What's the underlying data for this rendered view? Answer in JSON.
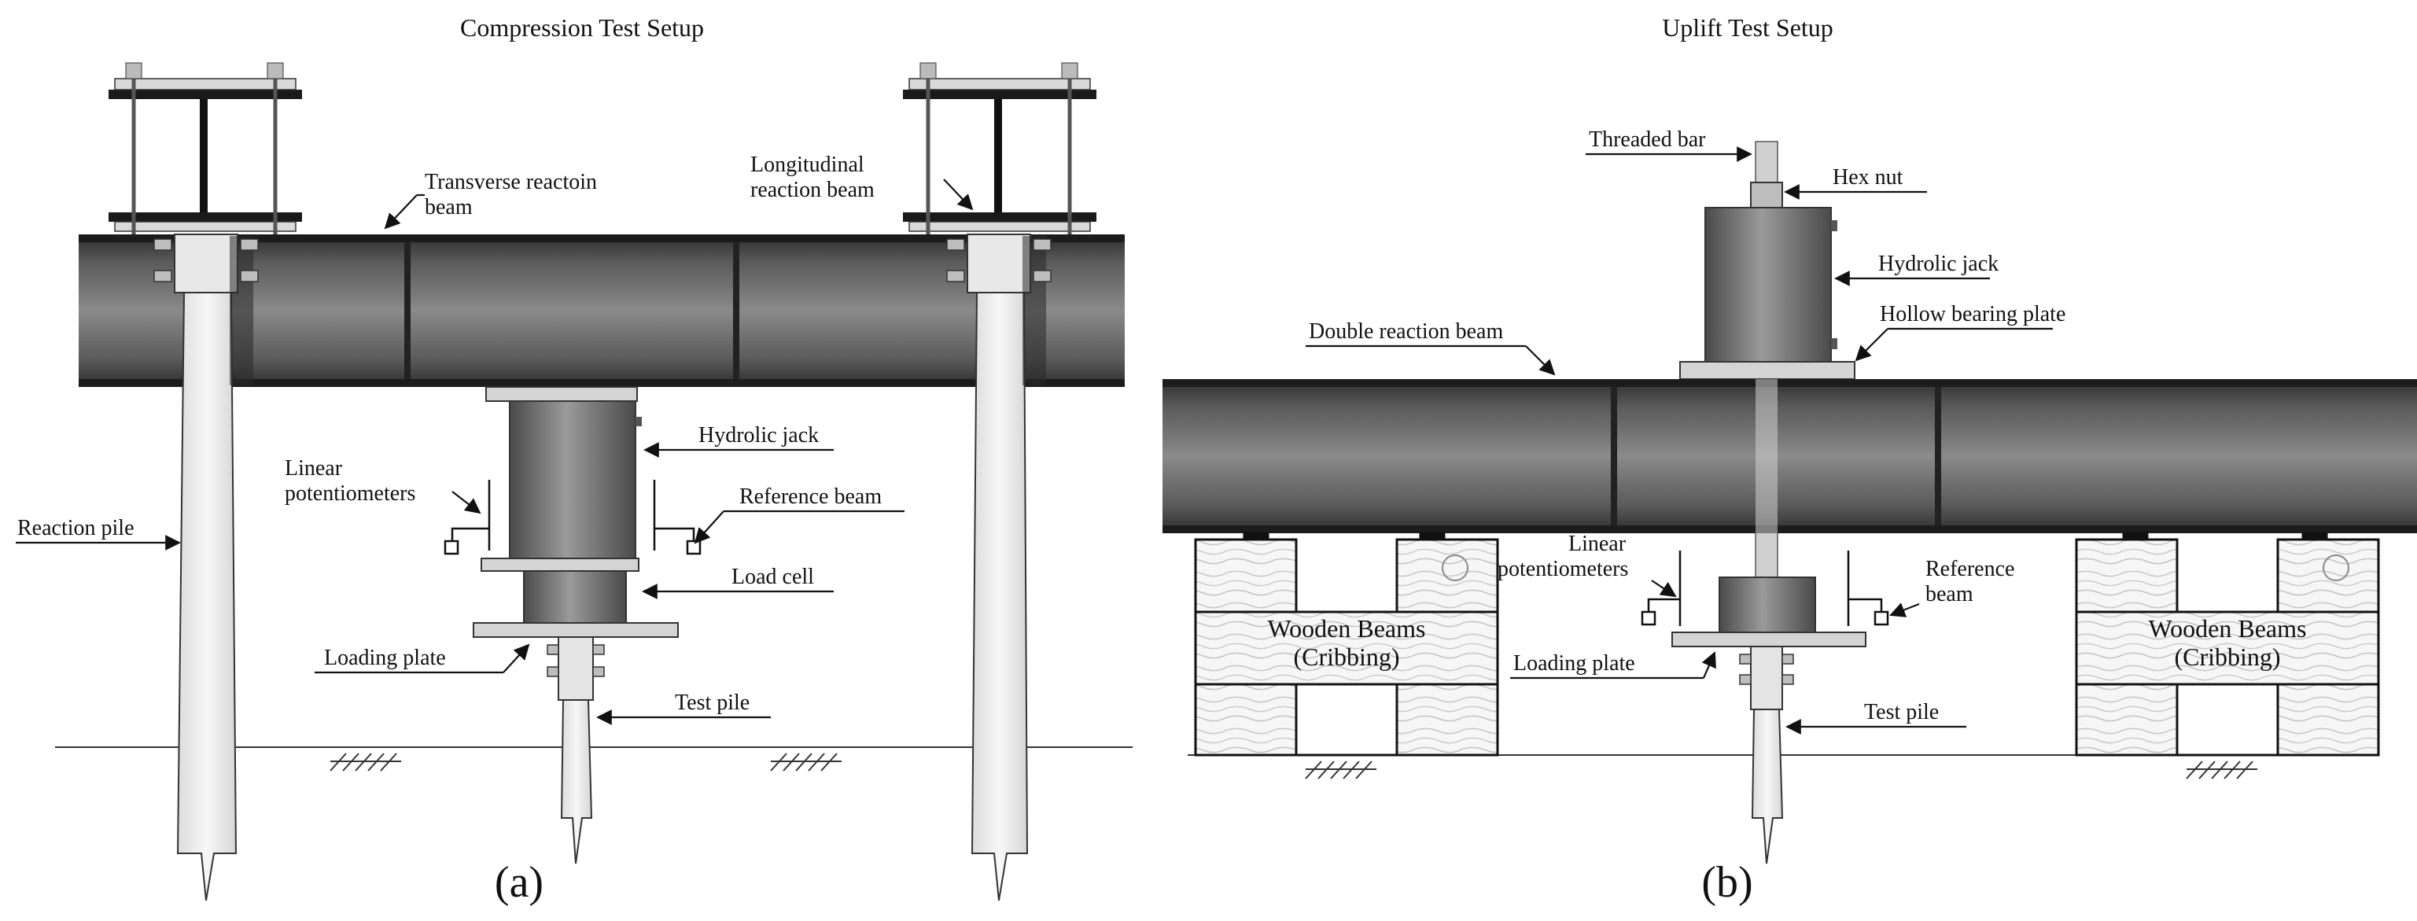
{
  "panel_a": {
    "title": "Compression Test Setup",
    "caption": "(a)",
    "labels": {
      "transverse": [
        "Transverse reactoin",
        "beam"
      ],
      "longitudinal": [
        "Longitudinal",
        "reaction beam"
      ],
      "hydrolic_jack": "Hydrolic jack",
      "linear_pot": [
        "Linear",
        "potentiometers"
      ],
      "reference_beam": "Reference beam",
      "reaction_pile": "Reaction pile",
      "load_cell": "Load cell",
      "loading_plate": "Loading plate",
      "test_pile": "Test pile"
    }
  },
  "panel_b": {
    "title": "Uplift Test Setup",
    "caption": "(b)",
    "labels": {
      "threaded_bar": "Threaded bar",
      "hex_nut": "Hex nut",
      "hydrolic_jack": "Hydrolic jack",
      "hollow_plate": "Hollow bearing plate",
      "double_beam": "Double reaction beam",
      "linear_pot": [
        "Linear",
        "potentiometers"
      ],
      "reference_beam": [
        "Reference",
        "beam"
      ],
      "loading_plate": "Loading plate",
      "test_pile": "Test pile",
      "cribbing_left": [
        "Wooden Beams",
        "(Cribbing)"
      ],
      "cribbing_right": [
        "Wooden Beams",
        "(Cribbing)"
      ]
    }
  },
  "colors": {
    "beam_dark": "#3a3a3a",
    "beam_mid": "#7a7a7a",
    "pile_fill": "#eeeeee",
    "wood_fill": "#f4f4f4",
    "outline": "#111111"
  }
}
